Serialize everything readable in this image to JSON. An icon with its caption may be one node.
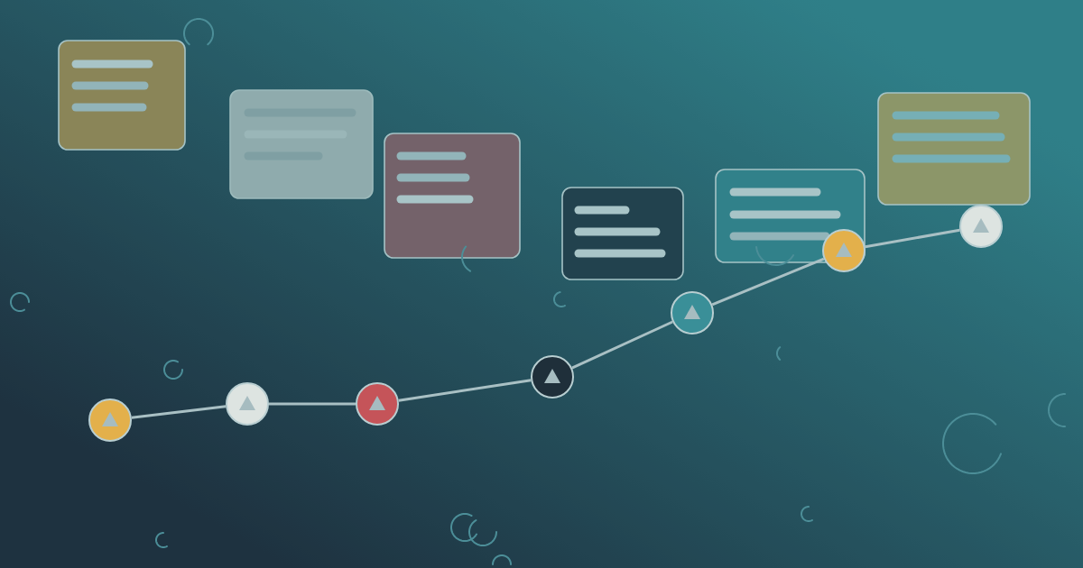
{
  "diagram": {
    "nodes": [
      {
        "text": [],
        "shape": "box"
      },
      {
        "text": [],
        "shape": "box"
      },
      {
        "text": [],
        "shape": "box"
      },
      {
        "text": [],
        "shape": "box"
      },
      {
        "text": [],
        "shape": "box"
      },
      {
        "text": [],
        "shape": "box"
      },
      {
        "text": [],
        "shape": "circle"
      },
      {
        "text": [],
        "shape": "circle"
      },
      {
        "text": [],
        "shape": "circle"
      },
      {
        "text": [],
        "shape": "circle"
      },
      {
        "text": [],
        "shape": "circle"
      },
      {
        "text": [],
        "shape": "circle"
      },
      {
        "text": [],
        "shape": "circle"
      }
    ],
    "edges": [
      {
        "from": 6,
        "to": 7,
        "arrow": "none"
      },
      {
        "from": 7,
        "to": 8,
        "arrow": "none"
      },
      {
        "from": 8,
        "to": 9,
        "arrow": "none"
      },
      {
        "from": 9,
        "to": 10,
        "arrow": "none"
      },
      {
        "from": 10,
        "to": 11,
        "arrow": "none"
      },
      {
        "from": 11,
        "to": 12,
        "arrow": "none"
      }
    ]
  }
}
